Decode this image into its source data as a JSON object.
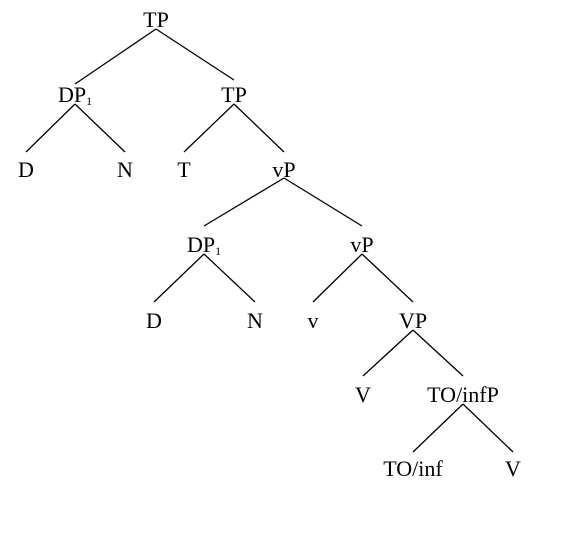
{
  "tree": {
    "nodes": [
      {
        "id": "tp-root",
        "label": "TP"
      },
      {
        "id": "dp1-upper",
        "label": "DP",
        "subscript": "1"
      },
      {
        "id": "tp-bar",
        "label": "TP"
      },
      {
        "id": "d-upper",
        "label": "D"
      },
      {
        "id": "n-upper",
        "label": "N"
      },
      {
        "id": "t-head",
        "label": "T"
      },
      {
        "id": "vp-little-upper",
        "label": "vP"
      },
      {
        "id": "dp1-lower",
        "label": "DP",
        "subscript": "1"
      },
      {
        "id": "vp-little-bar",
        "label": "vP"
      },
      {
        "id": "d-lower",
        "label": "D"
      },
      {
        "id": "n-lower",
        "label": "N"
      },
      {
        "id": "v-little-head",
        "label": "v"
      },
      {
        "id": "vp-big",
        "label": "VP"
      },
      {
        "id": "v-big-head",
        "label": "V"
      },
      {
        "id": "to-infp",
        "label": "TO/infP"
      },
      {
        "id": "to-inf-head",
        "label": "TO/inf"
      },
      {
        "id": "v-final",
        "label": "V"
      }
    ],
    "edges": [
      [
        "tp-root",
        "dp1-upper"
      ],
      [
        "tp-root",
        "tp-bar"
      ],
      [
        "dp1-upper",
        "d-upper"
      ],
      [
        "dp1-upper",
        "n-upper"
      ],
      [
        "tp-bar",
        "t-head"
      ],
      [
        "tp-bar",
        "vp-little-upper"
      ],
      [
        "vp-little-upper",
        "dp1-lower"
      ],
      [
        "vp-little-upper",
        "vp-little-bar"
      ],
      [
        "dp1-lower",
        "d-lower"
      ],
      [
        "dp1-lower",
        "n-lower"
      ],
      [
        "vp-little-bar",
        "v-little-head"
      ],
      [
        "vp-little-bar",
        "vp-big"
      ],
      [
        "vp-big",
        "v-big-head"
      ],
      [
        "vp-big",
        "to-infp"
      ],
      [
        "to-infp",
        "to-inf-head"
      ],
      [
        "to-infp",
        "v-final"
      ]
    ]
  }
}
